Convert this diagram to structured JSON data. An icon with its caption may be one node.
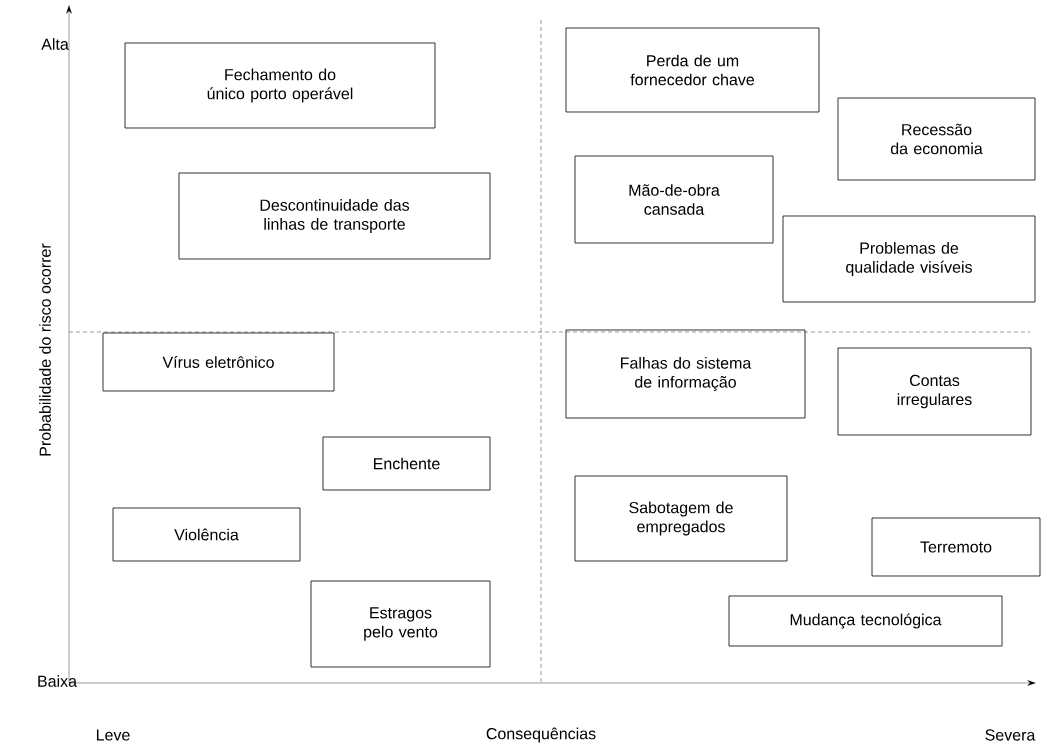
{
  "diagram": {
    "nodes": [
      {
        "text": [
          "Fechamento do único porto operável"
        ]
      },
      {
        "text": [
          "Perda de um fornecedor chave"
        ]
      },
      {
        "text": [
          "Recessão da economia"
        ]
      },
      {
        "text": [
          "Descontinuidade das linhas de transporte"
        ]
      },
      {
        "text": [
          "Mão-de-obra cansada"
        ]
      },
      {
        "text": [
          "Problemas de qualidade visíveis"
        ]
      },
      {
        "text": [
          "Vírus eletrônico"
        ]
      },
      {
        "text": [
          "Falhas do sistema de informação"
        ]
      },
      {
        "text": [
          "Contas irregulares"
        ]
      },
      {
        "text": [
          "Enchente"
        ]
      },
      {
        "text": [
          "Sabotagem de empregados"
        ]
      },
      {
        "text": [
          "Violência"
        ]
      },
      {
        "text": [
          "Terremoto"
        ]
      },
      {
        "text": [
          "Estragos pelo vento"
        ]
      },
      {
        "text": [
          "Mudança tecnológica"
        ]
      }
    ],
    "labels": [
      "Alta",
      "Probabilidade do risco ocorrer",
      "Baixa",
      "Leve",
      "Consequências",
      "Severa"
    ]
  }
}
